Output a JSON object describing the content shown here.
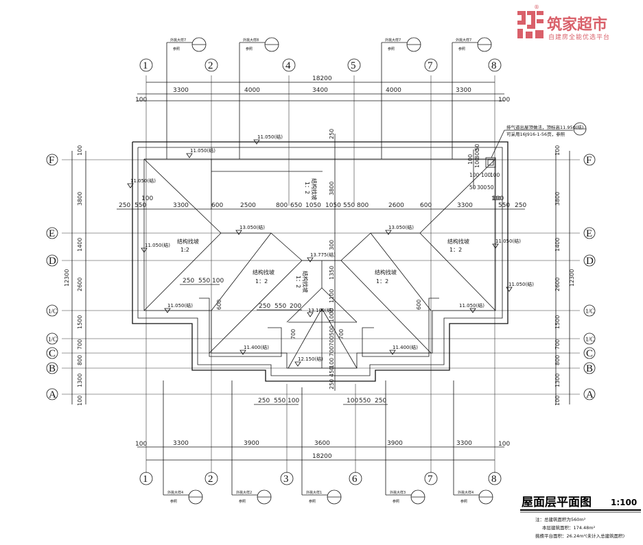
{
  "logo": {
    "mark": "筑家超市",
    "tagline": "自建房全能优选平台",
    "registered": "®",
    "color": "#d9606a"
  },
  "title": {
    "main": "屋面层平面图",
    "scale": "1:100"
  },
  "notes": {
    "line1": "注：总建筑面积为560m²",
    "line2": "本层建筑面积：174.48m²",
    "line3": "挑檐平台面积：26.24m²(未计入总建筑面积)"
  },
  "vent_note": {
    "line1": "排气道出屋顶做法，顶标高11.950(结)",
    "line2": "可采用16J916-1-56页，参照"
  },
  "axes": {
    "top": [
      "1",
      "2",
      "4",
      "5",
      "7",
      "8"
    ],
    "bottom": [
      "1",
      "2",
      "3",
      "6",
      "7",
      "8"
    ],
    "side": [
      "F",
      "E",
      "D",
      "1/C",
      "1/C",
      "C",
      "B",
      "A"
    ]
  },
  "dims": {
    "top_total": "18200",
    "top_segments": [
      "3300",
      "4000",
      "3400",
      "4000",
      "3300"
    ],
    "bottom_total": "18200",
    "bottom_segments": [
      "3300",
      "3900",
      "3600",
      "3900",
      "3300"
    ],
    "edge": "100",
    "left_segments": [
      "3800",
      "1400",
      "2600",
      "1500",
      "700",
      "800",
      "1300"
    ],
    "left_total": "12300",
    "right_segments": [
      "3800",
      "1400",
      "2600",
      "1500",
      "700",
      "800",
      "1300"
    ],
    "right_total": "12300",
    "eave_row": [
      "250",
      "550",
      "100",
      "3300",
      "600",
      "2500",
      "800",
      "650",
      "1050",
      "1050",
      "550",
      "800",
      "2600",
      "600",
      "3300",
      "100",
      "550",
      "250"
    ],
    "mid_left": [
      "250",
      "550",
      "100"
    ],
    "mid_left_600": "600",
    "mid_right_600": "600",
    "center_row": [
      "250",
      "550",
      "200"
    ],
    "bottom_left": [
      "250",
      "550",
      "100"
    ],
    "bottom_right": [
      "100",
      "550",
      "250"
    ],
    "center_v_top": [
      "250",
      "3800"
    ],
    "center_v_mid": [
      "300",
      "1350",
      "1100"
    ],
    "center_v_low": [
      "1000",
      "500",
      "700",
      "700",
      "100",
      "450",
      "250"
    ],
    "center_700_left": "700",
    "center_700_right": "700",
    "vent_v": [
      "100",
      "100",
      "300",
      "50"
    ],
    "vent_h": [
      "100",
      "100",
      "50",
      "300",
      "50"
    ],
    "vent_100": "100",
    "vent_100b": "100"
  },
  "elevations": {
    "e1": "11.050(结)",
    "e2": "11.050(结)",
    "e3": "11.050(结)",
    "e4": "11.050(结)",
    "e5": "11.050(结)",
    "e6": "11.050(结)",
    "e7": "11.050(结)",
    "e8": "11.050(结)",
    "e9": "13.050(结)",
    "e10": "13.050(结)",
    "e11": "13.775(结)",
    "e12": "13.100(结)",
    "e13": "11.400(结)",
    "e14": "11.400(结)",
    "e15": "12.150(结)"
  },
  "slopes": {
    "s1": "结构找坡",
    "r1": "1:2",
    "s2": "结构找坡",
    "r2": "1：2",
    "s3": "结构找坡",
    "r3": "1：2",
    "s4": "结构找坡",
    "r4": "1：2",
    "s5": "结构找坡",
    "r5": "1：2",
    "s6": "结构找坡",
    "r6": "1：2"
  },
  "detail_refs": {
    "top": [
      "外挑大样7",
      "外挑大样8",
      "外挑大样7",
      "外挑大样7"
    ],
    "bottom": [
      "外挑大样4",
      "外挑大样2",
      "外挑大样1",
      "外挑大样3",
      "外挑大样4"
    ],
    "sub": "参照"
  }
}
